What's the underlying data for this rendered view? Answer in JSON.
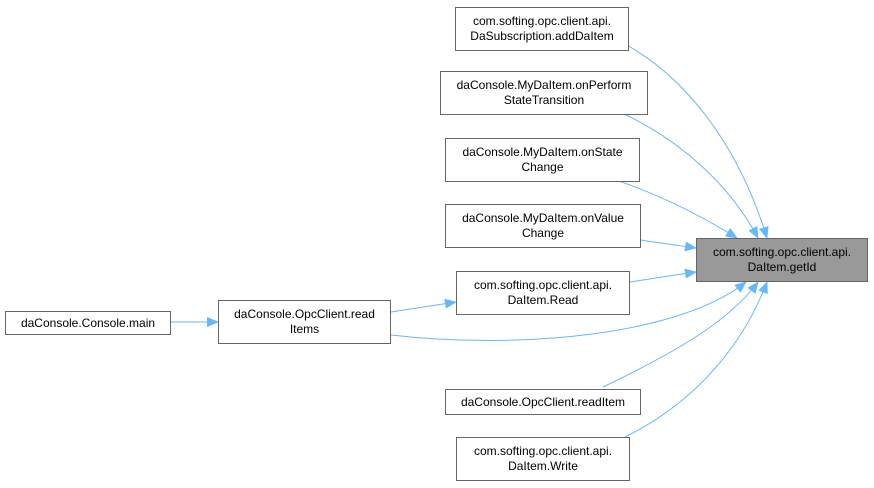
{
  "colors": {
    "edge": "#63b8ff",
    "node_border": "#666666",
    "target_fill": "#999999"
  },
  "nodes": {
    "target": {
      "lines": [
        "com.softing.opc.client.api.",
        "DaItem.getId"
      ]
    },
    "add_item": {
      "lines": [
        "com.softing.opc.client.api.",
        "DaSubscription.addDaItem"
      ]
    },
    "on_perform": {
      "lines": [
        "daConsole.MyDaItem.onPerform",
        "StateTransition"
      ]
    },
    "on_state": {
      "lines": [
        "daConsole.MyDaItem.onState",
        "Change"
      ]
    },
    "on_value": {
      "lines": [
        "daConsole.MyDaItem.onValue",
        "Change"
      ]
    },
    "read": {
      "lines": [
        "com.softing.opc.client.api.",
        "DaItem.Read"
      ]
    },
    "read_items": {
      "lines": [
        "daConsole.OpcClient.read",
        "Items"
      ]
    },
    "console_main": {
      "lines": [
        "daConsole.Console.main"
      ]
    },
    "read_item": {
      "lines": [
        "daConsole.OpcClient.readItem"
      ]
    },
    "write": {
      "lines": [
        "com.softing.opc.client.api.",
        "DaItem.Write"
      ]
    }
  }
}
